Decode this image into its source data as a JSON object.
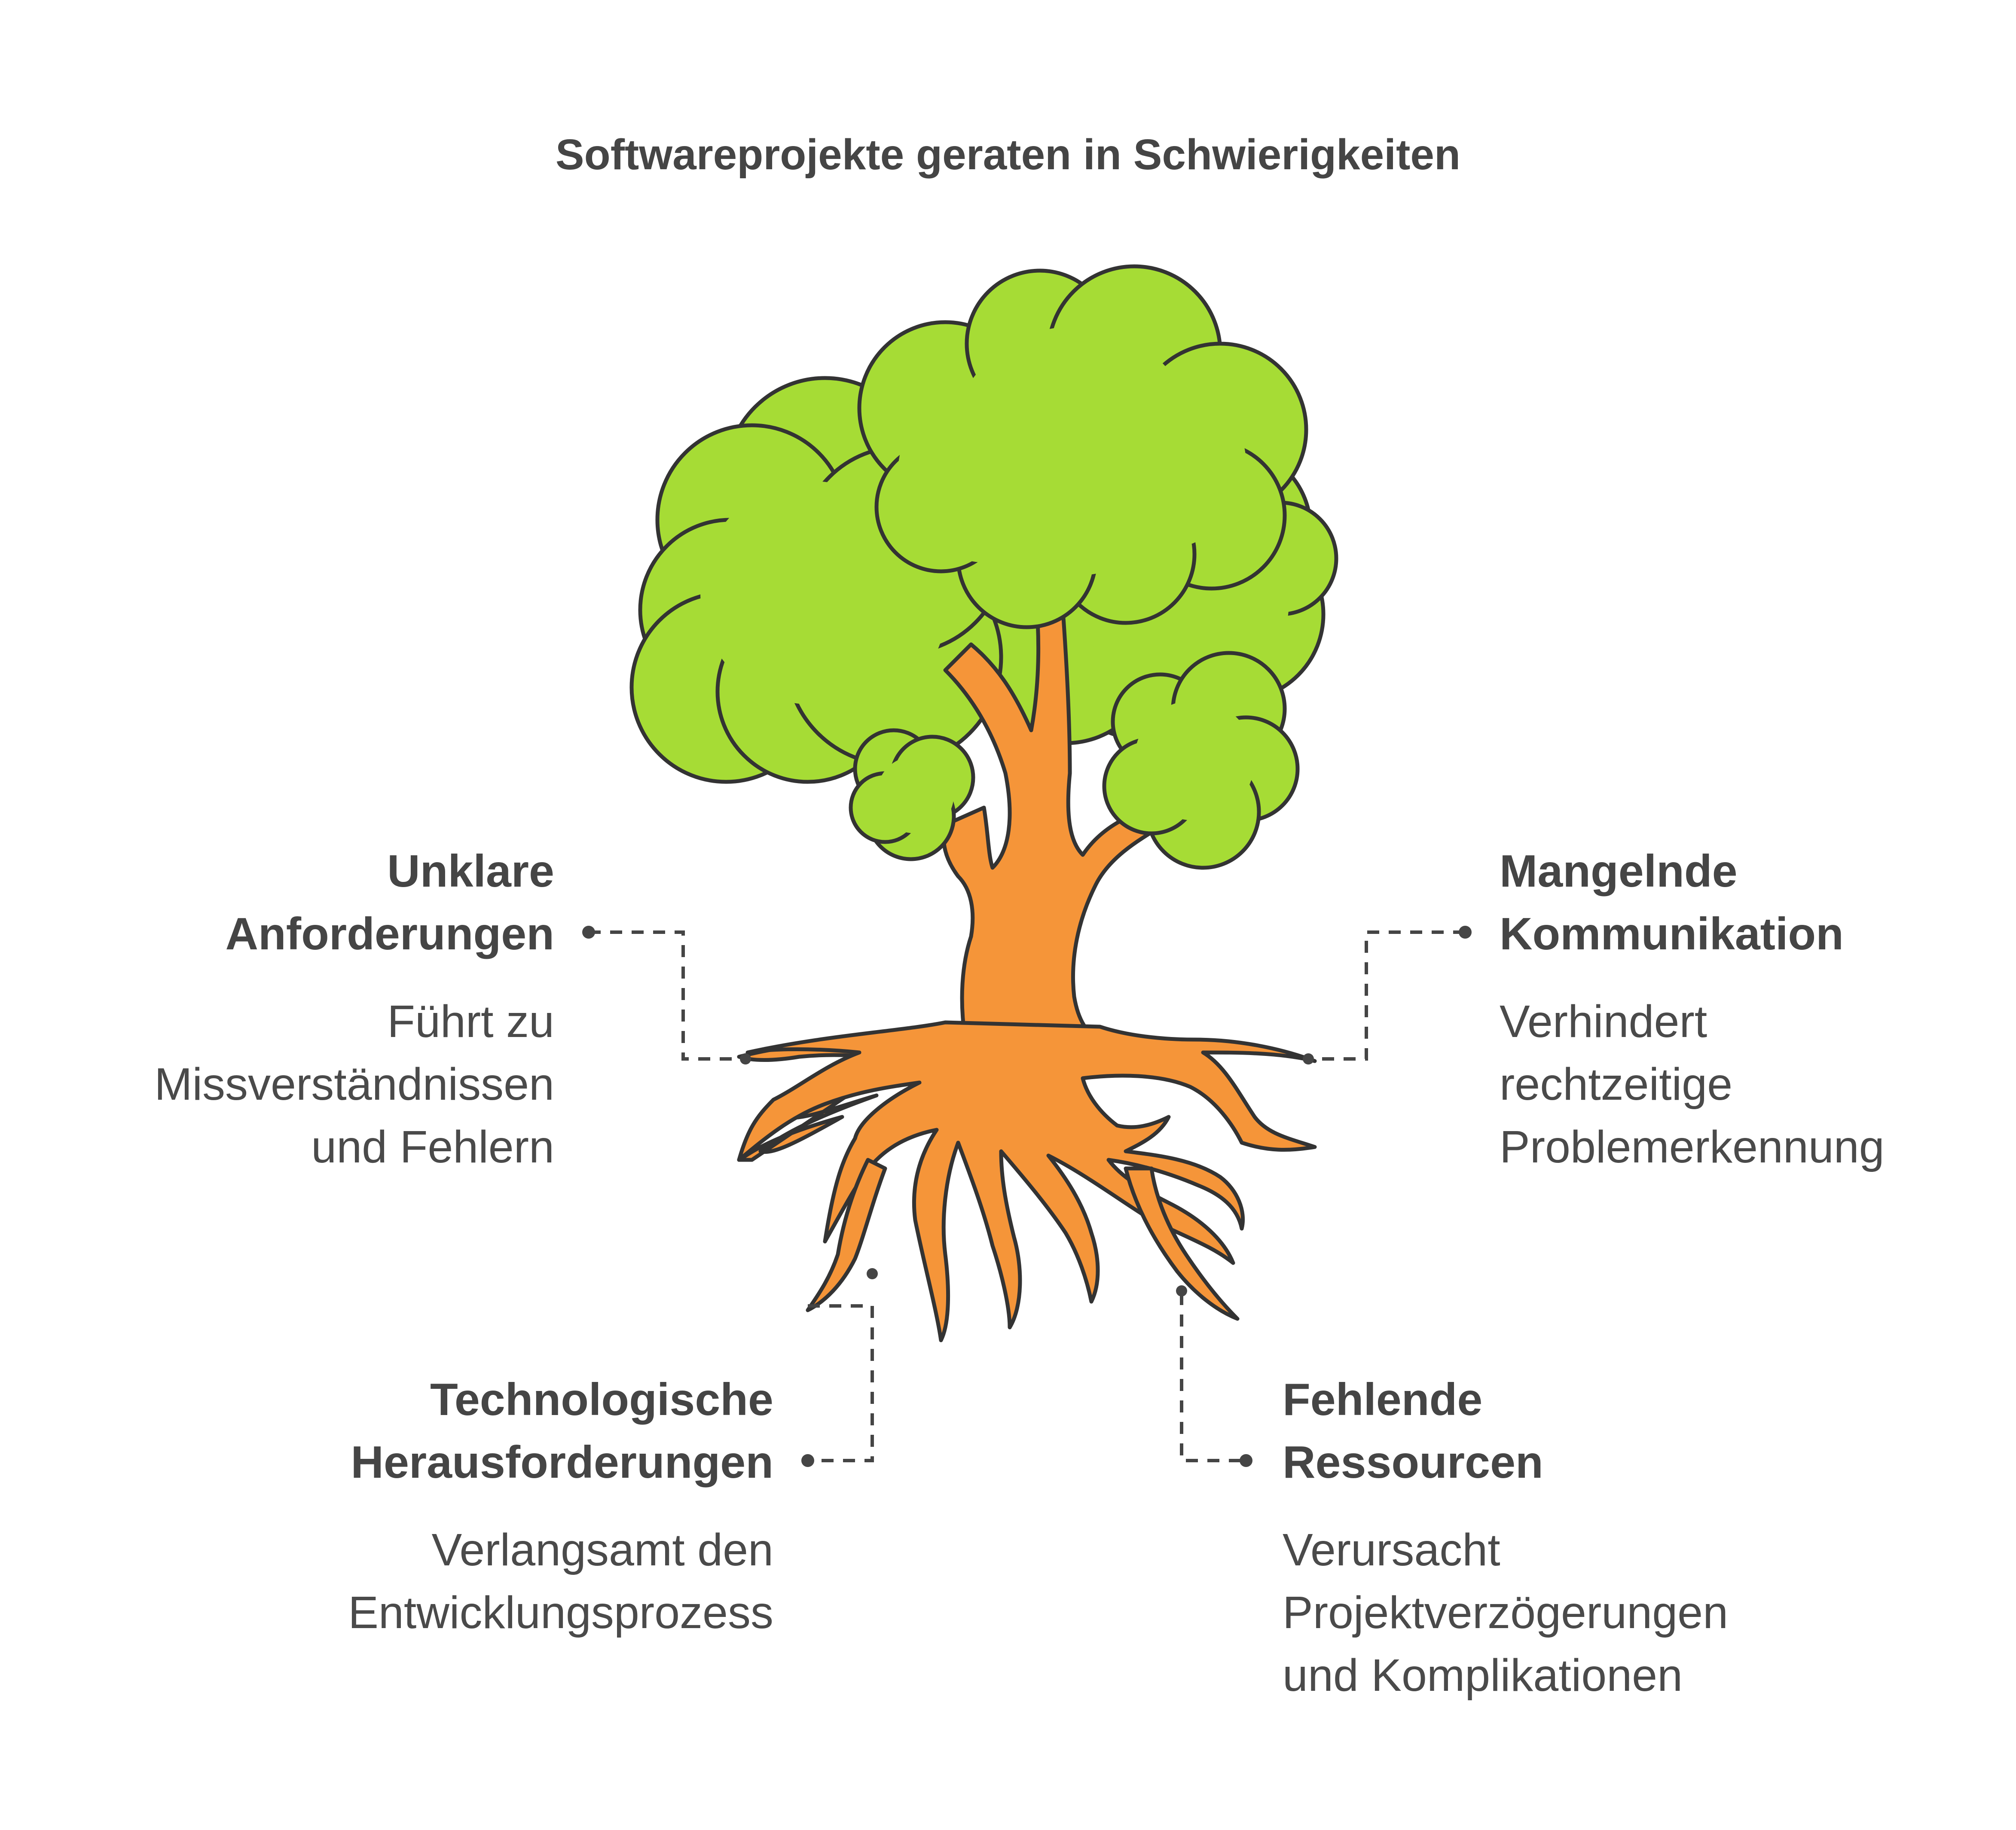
{
  "title": "Softwareprojekte geraten in Schwierigkeiten",
  "colors": {
    "foliage": "#A6DC35",
    "trunk": "#F59539",
    "outline": "#333333",
    "connector": "#454545",
    "text": "#454545"
  },
  "items": [
    {
      "id": "unklare-anforderungen",
      "heading_lines": [
        "Unklare",
        "Anforderungen"
      ],
      "desc_lines": [
        "Führt zu",
        "Missverständnissen",
        "und Fehlern"
      ]
    },
    {
      "id": "mangelnde-kommunikation",
      "heading_lines": [
        "Mangelnde",
        "Kommunikation"
      ],
      "desc_lines": [
        "Verhindert",
        "rechtzeitige",
        "Problemerkennung"
      ]
    },
    {
      "id": "technologische-herausforderungen",
      "heading_lines": [
        "Technologische",
        "Herausforderungen"
      ],
      "desc_lines": [
        "Verlangsamt den",
        "Entwicklungsprozess"
      ]
    },
    {
      "id": "fehlende-ressourcen",
      "heading_lines": [
        "Fehlende",
        "Ressourcen"
      ],
      "desc_lines": [
        "Verursacht",
        "Projektverzögerungen",
        "und Komplikationen"
      ]
    }
  ]
}
